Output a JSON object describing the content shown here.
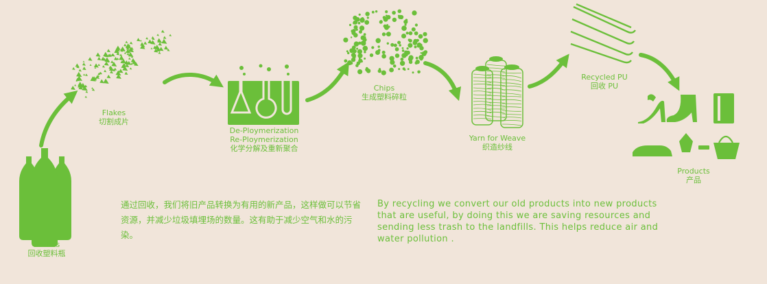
{
  "colors": {
    "background": "#f1e5da",
    "accent": "#6bbf3a"
  },
  "stages": [
    {
      "id": "bottles",
      "icon": "bottles-icon",
      "en": "Bottles",
      "zh": "回收塑料瓶"
    },
    {
      "id": "flakes",
      "icon": "flakes-icon",
      "en": "Flakes",
      "zh": "切割成片"
    },
    {
      "id": "depoly",
      "icon": "lab-flasks-icon",
      "en": "De-Ploymerization",
      "en2": "Re-Ploymerization",
      "zh": "化学分解及重新聚合"
    },
    {
      "id": "chips",
      "icon": "chips-icon",
      "en": "Chips",
      "zh": "生成塑料碎粒"
    },
    {
      "id": "yarn",
      "icon": "yarn-spools-icon",
      "en": "Yarn for Weave",
      "zh": "织造纱线"
    },
    {
      "id": "pu",
      "icon": "pu-sheets-icon",
      "en": "Recycled  PU",
      "zh": "回收 PU"
    },
    {
      "id": "products",
      "icon": "products-icon",
      "en": "Products",
      "zh": "产品"
    }
  ],
  "description": {
    "zh": "通过回收，我们将旧产品转换为有用的新产品，这样做可以节省资源，并减少垃圾填埋场的数量。这有助于减少空气和水的污染。",
    "en": "By recycling we convert our old products into new products that are useful, by doing this we are saving resources and sending less trash to the landfills. This helps reduce air and water pollution ."
  }
}
